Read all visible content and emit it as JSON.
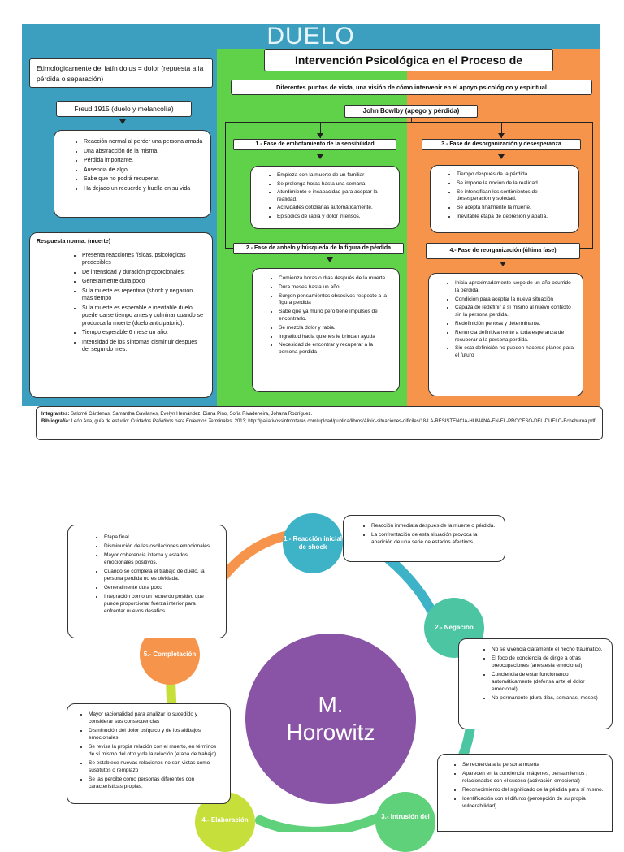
{
  "infographic": {
    "title": "DUELO",
    "etymology": "Etimológicamente  del latín dolus = dolor (repuesta a la pérdida o separación)",
    "intervention_title": "Intervención Psicológica en  el Proceso de",
    "subtitle": "Diferentes puntos de vista, una visión de cómo intervenir  en el apoyo psicológico y espiritual",
    "freud": {
      "heading": "Freud 1915 (duelo y melancolía)",
      "items": [
        "Reacción  normal al perder una persona amada",
        "Una abstracción de la misma.",
        "Pérdida importante.",
        "Ausencia de algo.",
        "Sabe que no podrá recuperar.",
        "Ha dejado  un  recuerdo  y  huella   en su vida"
      ]
    },
    "normal_response": {
      "heading": "Respuesta norma: (muerte)",
      "items": [
        "Presenta reacciones físicas, psicológicas predecibles",
        "De         intensidad        y        duración proporcionales:",
        "Generalmente dura poco",
        "Si  la  muerte  es  repentina  (shock y negación más tiempo",
        "Si la  muerte  es esperable e inevitable duelo  puede darse tiempo antes y culminar cuando se produzca la muerte (duelo anticipatorio).",
        " Tiempo esperable 6 mese  un año.",
        "Intensidad de los síntomas disminuir después del segundo mes."
      ]
    },
    "bowlby_heading": "John Bowlby (apego y pérdida)",
    "phase1": {
      "heading": "1.- Fase de embotamiento de la sensibilidad",
      "items": [
        "Empieza con la muerte de un familiar",
        "Se prolonga horas hasta una semana",
        "Aturdimiento e incapacidad para aceptar la realidad.",
        "Actividades cotidianas automáticamente.",
        "Episodios de rabia y dolor intensos."
      ]
    },
    "phase2": {
      "heading": "2.- Fase de anhelo y búsqueda  de la figura de pérdida",
      "items": [
        "Comienza horas o días después de la muerte.",
        "Dura meses hasta un año",
        "Surgen   pensamientos   obsesivos respecto a la figura perdida",
        "Sabe  que  ya  murió  pero  tiene impulsos de encontrarlo.",
        "Se mezcla dolor y rabia.",
        "Ingratitud  hacia  quienes  le  brindan ayuda",
        "Necesidad  de  encontrar y  recuperar a la persona perdida"
      ]
    },
    "phase3": {
      "heading": "3.- Fase de desorganización y desesperanza",
      "items": [
        "Tiempo después de la pérdida",
        "Se impone la noción de la realidad.",
        "Se  intensifican  los  sentimientos  de desesperación y soledad.",
        "Se acepta finalmente la muerte.",
        "Inevitable etapa de depresión y apatía."
      ]
    },
    "phase4": {
      "heading": "4.- Fase de reorganización (última fase)",
      "items": [
        "Inicia  aproximadamente   luego  de  un año ocurrido la pérdida.",
        "Condición   para   aceptar   la   nueva situación",
        "Capaza  de  redefinir  a  sí  mismo  al nuevo contexto sin la persona perdida.",
        "Redefinición penosa y determinante.",
        "Renuncia   definitivamente   a   toda esperanza de recuperar a la persona perdida.",
        "Sin esta definición no pueden hacerse planes para el futuro"
      ]
    },
    "footer": {
      "integrantes_label": "Integrantes:",
      "integrantes": " Salomé Cárdenas, Samantha Gavilanes, Evelyn Hernández, Diana Pino, Sofía Rivadeneira, Johana Rodríguez.",
      "bibliografia_label": "Bibliografía:",
      "bibliografia_pre": " León Ana, guía de estudio: ",
      "bibliografia_book": "Cuidados Paliativos para Enfermos Terminales,",
      "bibliografia_post": " 2013;   http://paliativossinfronteras.com/upload/publica/libros/Alivio-situaciones-dificiles/18-LA-RESISTENCIA-HUMANA-EN-EL-PROCESO-DEL-DUELO-Echeburua.pdf"
    }
  },
  "horowitz": {
    "center": "M. Horowitz",
    "stages": [
      {
        "label": "1.- Reacción inicial de shock",
        "color": "#3eb3c8"
      },
      {
        "label": "2.- Negación",
        "color": "#4cc6a2"
      },
      {
        "label": "3.- Intrusión del",
        "color": "#5fd17a"
      },
      {
        "label": "4.- Elaboración",
        "color": "#c6df3a"
      },
      {
        "label": "5.- Completación",
        "color": "#f6944b"
      }
    ],
    "box_completion": [
      "Etapa final",
      "Disminución    de    las    oscilaciones emocionales",
      "Mayor  coherencia  interna  y  estados emocionales positivos.",
      "Cuando se completa el trabajo de duelo, la persona perdida no es olvidada.",
      "Generalmente dura poco",
      "Integración  como  un  recuerdo  positivo que  puede  proporcionar  fuerza  interior para enfrentar nuevos desafíos."
    ],
    "box_shock": [
      "Reacción inmediata después de la muerte o pérdida.",
      "La confrontación de esta situación provoca la aparición de una serie de estados afectivos."
    ],
    "box_negation": [
      "No  se  vivencia  claramente  el  hecho traumático.",
      "El  foco  de  conciencia  de  dirige  a  otras preocupaciones (anestesia emocional)",
      "Conciencia    de    estar    funcionando automáticamente (defensa ante el dolor emocional)",
      "No  permanente  (dura  días,  semanas, meses)"
    ],
    "box_elaboration": [
      "Mayor  racionalidad  para  analizar  lo sucedido y considerar sus consecuencias",
      "Disminución del dolor psíquico y de los altibajos emocionales.",
      "Se revisa la propia relación con el muerto, en términos de sí mismo del otro y de la relación (etapa de trabajo).",
      "Se  establece  nuevas  relaciones  no  son vistas como sustitutos o remplazo",
      "Se  las  percibe  como  personas  diferentes con características propias."
    ],
    "box_intrusion": [
      "Se recuerda a la persona muerta",
      "Aparecen   en   la   conciencia   imágenes, pensamientos  ,  relacionados  con  el  suceso (activación emocional)",
      "Reconocimiento del significado de la pérdida para sí mismo.",
      "Identificación con el difunto (percepción de su propia vulnerabilidad)"
    ]
  }
}
